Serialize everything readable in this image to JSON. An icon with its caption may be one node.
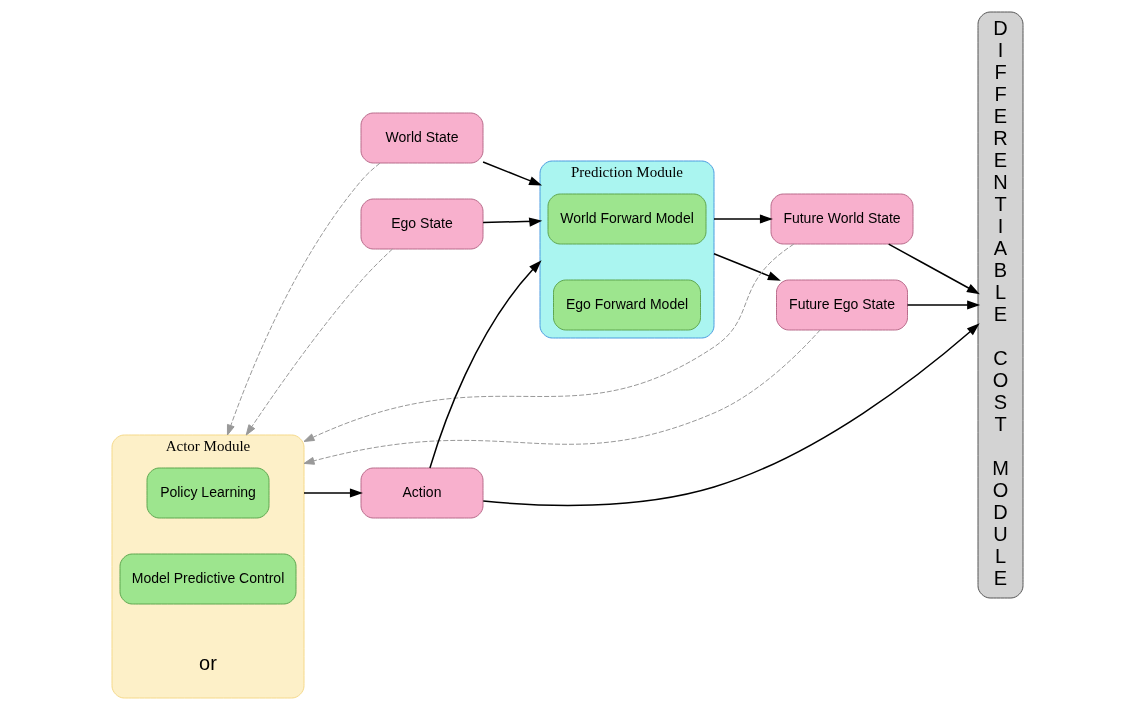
{
  "diagram": {
    "nodes": [
      {
        "text": [
          "World State"
        ]
      },
      {
        "text": [
          "Ego State"
        ]
      },
      {
        "text": [
          "Prediction Module"
        ]
      },
      {
        "text": [
          "World Forward Model"
        ],
        "in": 2
      },
      {
        "text": [
          "Ego Forward Model"
        ],
        "in": 2
      },
      {
        "text": [
          "Future World State"
        ]
      },
      {
        "text": [
          "Future Ego State"
        ]
      },
      {
        "text": [
          "Action"
        ]
      },
      {
        "text": [
          "Actor Module"
        ]
      },
      {
        "text": [
          "Policy Learning"
        ],
        "in": 8
      },
      {
        "text": [
          "Model Predictive Control"
        ],
        "in": 8
      },
      {
        "text": [
          "DIFFERENTIABLE COST MODULE"
        ]
      }
    ],
    "edges": [
      {
        "from": 0,
        "to": 2,
        "arrow": "to"
      },
      {
        "from": 1,
        "to": 2,
        "arrow": "to"
      },
      {
        "from": 2,
        "to": 5,
        "arrow": "to"
      },
      {
        "from": 2,
        "to": 6,
        "arrow": "to"
      },
      {
        "from": 5,
        "to": 11,
        "arrow": "to"
      },
      {
        "from": 6,
        "to": 11,
        "arrow": "to"
      },
      {
        "from": 7,
        "to": 11,
        "arrow": "to"
      },
      {
        "from": 7,
        "to": 2,
        "arrow": "to"
      },
      {
        "from": 8,
        "to": 7,
        "arrow": "to"
      },
      {
        "from": 0,
        "to": 8,
        "arrow": "to",
        "style": "dashed",
        "color": "#999999"
      },
      {
        "from": 1,
        "to": 8,
        "arrow": "to",
        "style": "dashed",
        "color": "#999999"
      },
      {
        "from": 5,
        "to": 8,
        "arrow": "to",
        "style": "dashed",
        "color": "#999999"
      },
      {
        "from": 6,
        "to": 8,
        "arrow": "to",
        "style": "dashed",
        "color": "#999999"
      }
    ],
    "labels": [
      "or"
    ]
  }
}
